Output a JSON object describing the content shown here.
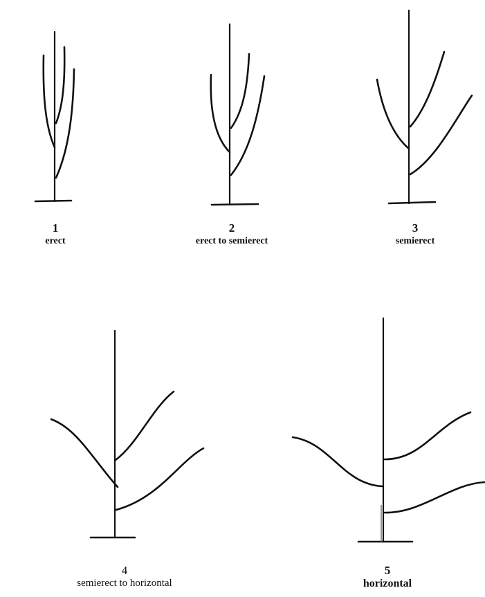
{
  "figures": [
    {
      "number": "1",
      "label": "erect"
    },
    {
      "number": "2",
      "label": "erect to semierect"
    },
    {
      "number": "3",
      "label": "semierect"
    },
    {
      "number": "4",
      "label": "semierect to horizontal"
    },
    {
      "number": "5",
      "label": "horizontal"
    }
  ],
  "colors": {
    "ink": "#111111",
    "background": "#ffffff"
  }
}
